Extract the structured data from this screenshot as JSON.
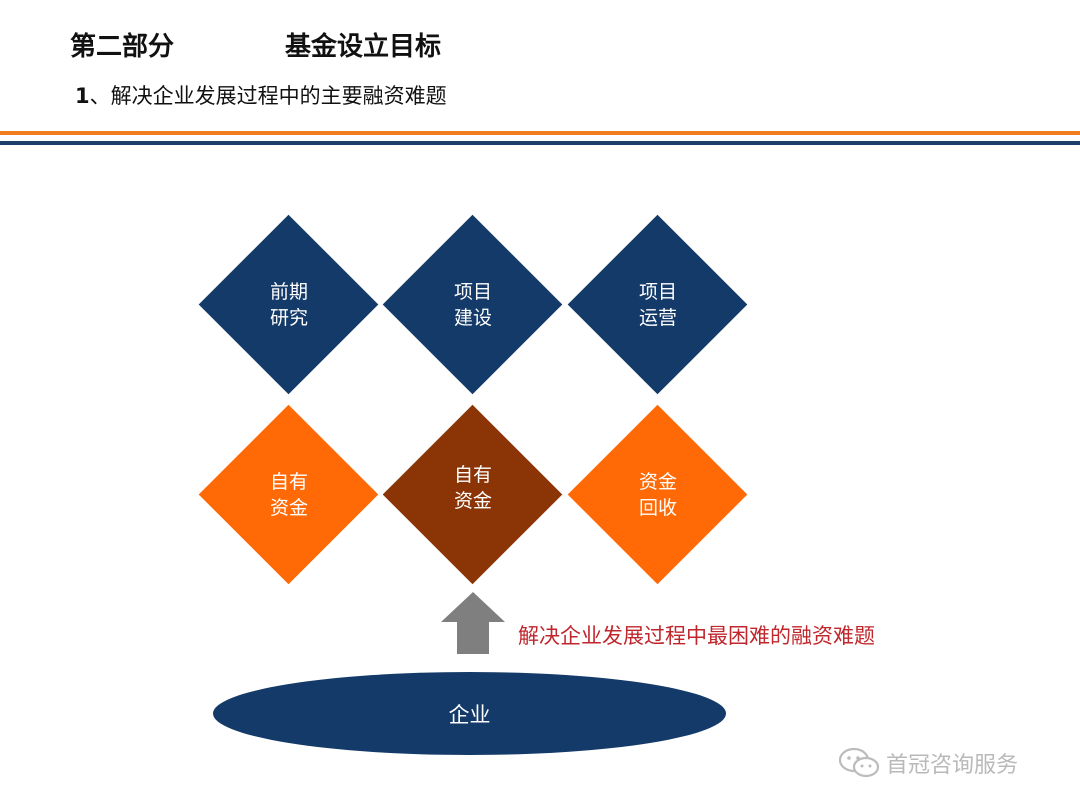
{
  "header": {
    "part": "第二部分",
    "title": "基金设立目标",
    "subtitle_num": "1",
    "subtitle_text": "、解决企业发展过程中的主要融资难题"
  },
  "colors": {
    "navy": "#133a68",
    "orange": "#ff6a06",
    "brown": "#8b3506",
    "caption_red": "#c0272d",
    "arrow_gray": "#7f7f7f",
    "rule_orange": "#f07c1e",
    "rule_navy": "#1d3e6b"
  },
  "diagram": {
    "top_row": [
      {
        "line1": "前期",
        "line2": "研究"
      },
      {
        "line1": "项目",
        "line2": "建设"
      },
      {
        "line1": "项目",
        "line2": "运营"
      }
    ],
    "bottom_row": [
      {
        "line1": "自有",
        "line2": "资金"
      },
      {
        "line1": "自有",
        "line2": "资金"
      },
      {
        "line1": "资金",
        "line2": "回收"
      }
    ],
    "arrow_caption": "解决企业发展过程中最困难的融资难题",
    "base_label": "企业",
    "arrow_icon": "up-arrow-icon"
  },
  "watermark": {
    "text": "首冠咨询服务",
    "icon": "wechat-icon"
  }
}
